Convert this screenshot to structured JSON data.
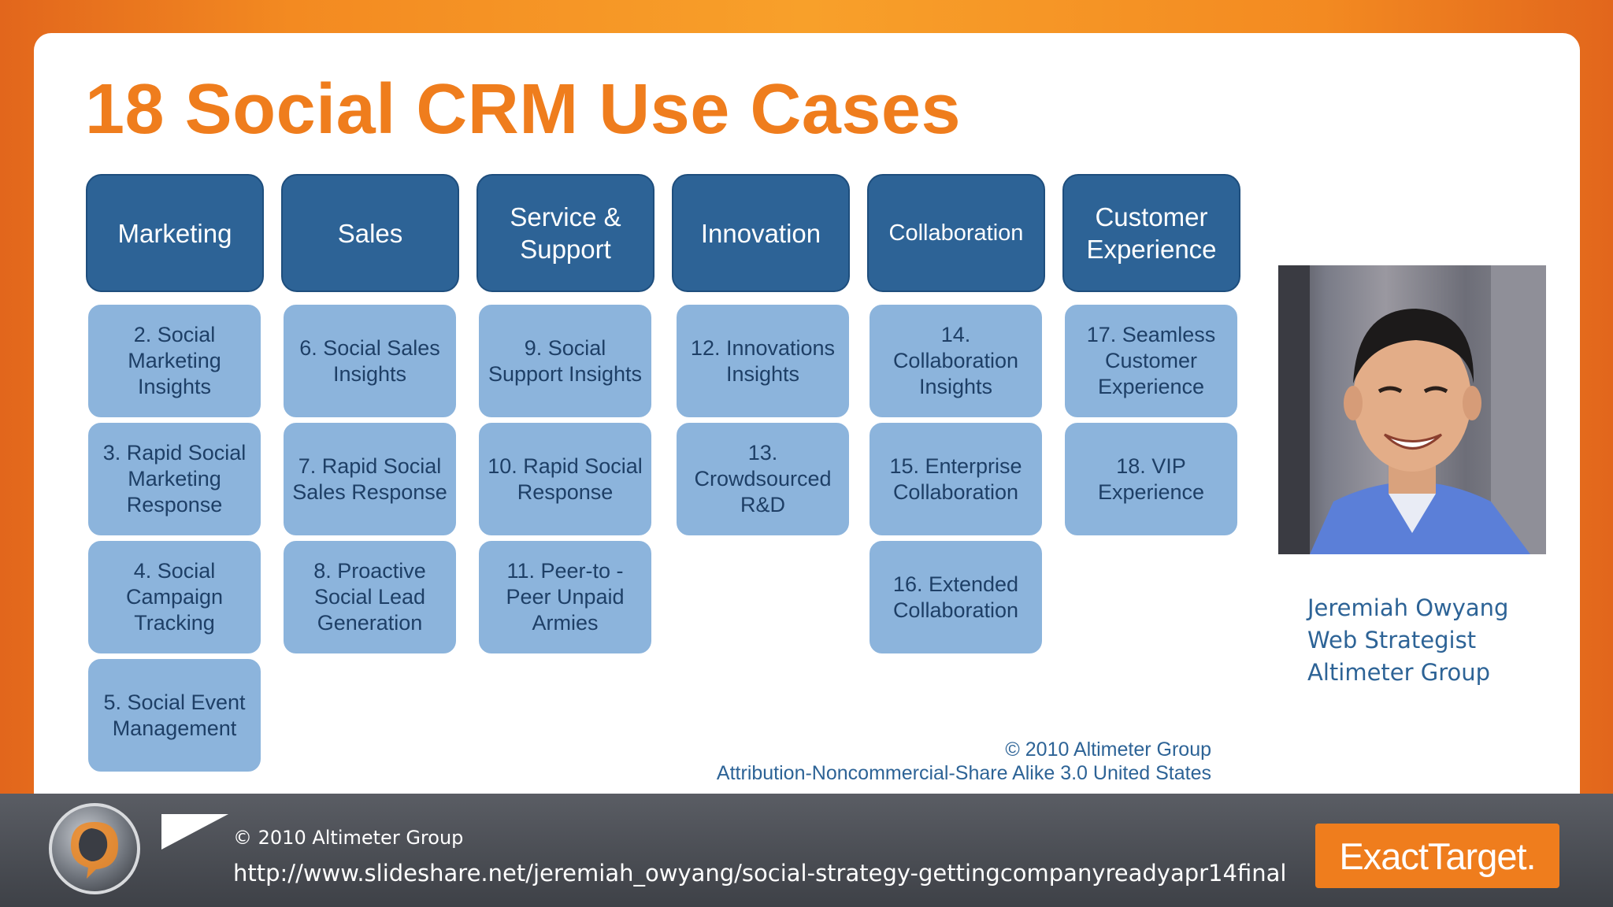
{
  "slide": {
    "title": "18 Social CRM Use Cases"
  },
  "categories": [
    {
      "label": "Marketing",
      "cases": [
        "2. Social Marketing Insights",
        "3. Rapid Social Marketing Response",
        "4. Social Campaign Tracking",
        "5. Social Event Management"
      ]
    },
    {
      "label": "Sales",
      "cases": [
        "6. Social Sales Insights",
        "7. Rapid Social Sales Response",
        "8. Proactive Social Lead Generation"
      ]
    },
    {
      "label": "Service & Support",
      "cases": [
        "9. Social Support Insights",
        "10. Rapid Social Response",
        "11. Peer-to -Peer Unpaid Armies"
      ]
    },
    {
      "label": "Innovation",
      "cases": [
        "12. Innovations Insights",
        "13. Crowdsourced R&D"
      ]
    },
    {
      "label": "Collaboration",
      "cases": [
        "14. Collaboration Insights",
        "15. Enterprise Collaboration",
        "16. Extended Collaboration"
      ]
    },
    {
      "label": "Customer Experience",
      "cases": [
        "17. Seamless Customer Experience",
        "18. VIP Experience"
      ]
    }
  ],
  "presenter": {
    "name": "Jeremiah Owyang",
    "role": "Web Strategist",
    "company": "Altimeter Group"
  },
  "copyright": {
    "line1": "© 2010 Altimeter Group",
    "line2": "Attribution-Noncommercial-Share Alike 3.0 United States"
  },
  "footer": {
    "copyright": "© 2010 Altimeter Group",
    "url": "http://www.slideshare.net/jeremiah_owyang/social-strategy-gettingcompanyreadyapr14final",
    "brand": "ExactTarget."
  },
  "colors": {
    "title_orange": "#ef7d1d",
    "header_blue": "#2d6396",
    "case_blue": "#8cb4dc",
    "frame_orange": "#f38a21",
    "footer_gray": "#4a4d53"
  },
  "icons": {
    "presenter_photo": "person-photo",
    "footer_logo": "speech-bubble-logo-icon"
  }
}
